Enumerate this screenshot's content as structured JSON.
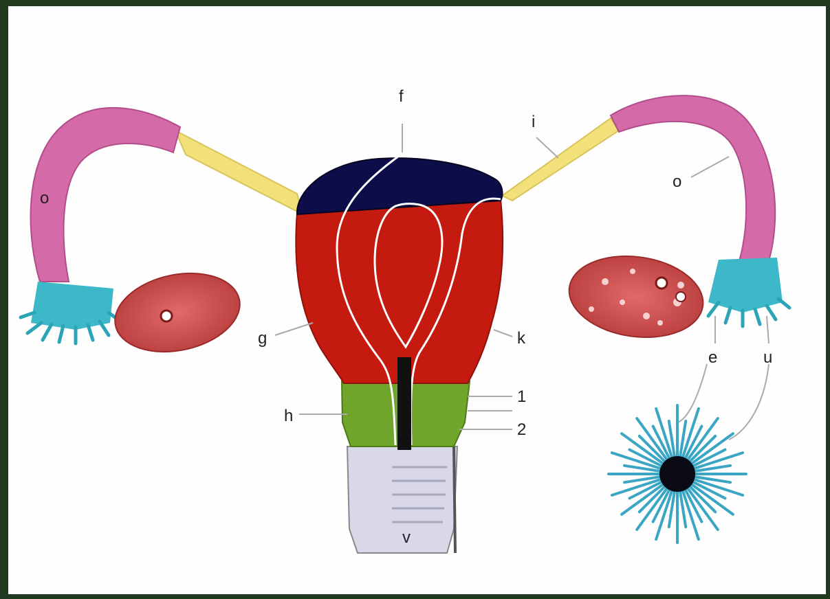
{
  "labels": {
    "f": "f",
    "i": "i",
    "o_left_tube": "o",
    "o_right_tube": "o",
    "g": "g",
    "k": "k",
    "h": "h",
    "n1": "1",
    "n2": "2",
    "v": "v",
    "e": "e",
    "u": "u"
  },
  "colors": {
    "fundus": "#0d0d4a",
    "uterus_body": "#c41a10",
    "cervix": "#6fa52a",
    "vagina": "#d8d8e8",
    "ligament": "#f2e07a",
    "tube": "#d46aa8",
    "fimbria": "#3cb8c8",
    "ovary": "#c94a4a",
    "ovum_rays": "#3aa6c4",
    "ovum_core": "#0a0a14",
    "frame": "#1f3a1f"
  }
}
